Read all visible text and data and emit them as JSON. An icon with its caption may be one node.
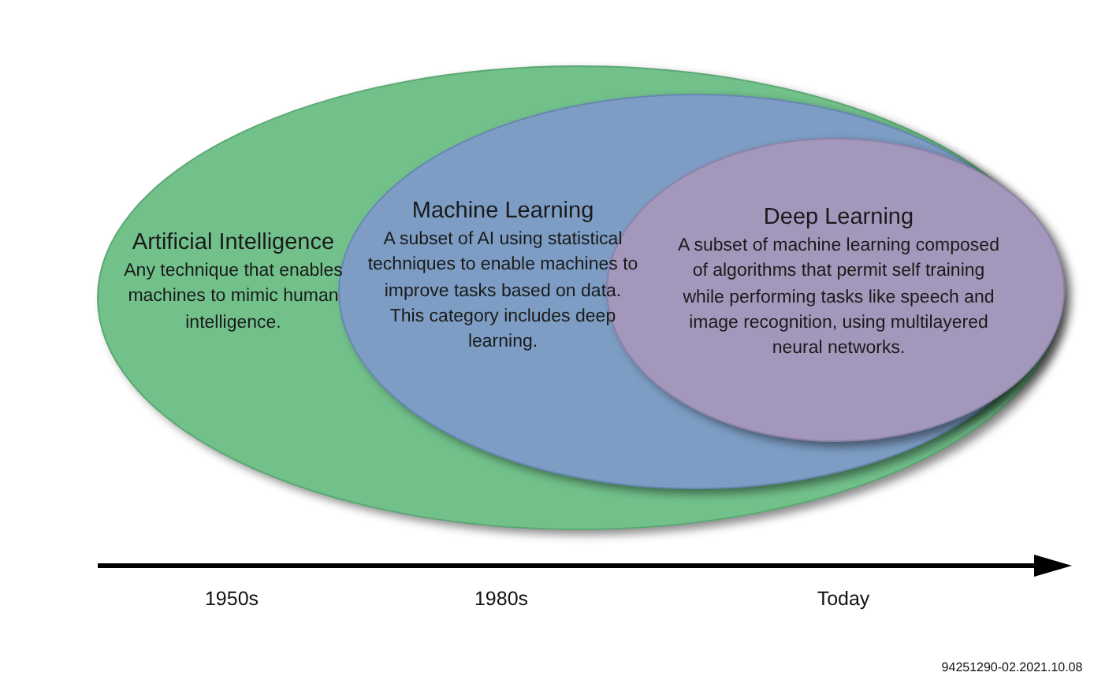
{
  "diagram": {
    "nodes": [
      {
        "text": [
          "Artificial Intelligence",
          "Any technique that enables machines to mimic human intelligence."
        ]
      },
      {
        "text": [
          "Machine Learning",
          "A subset of AI using statistical techniques to enable machines to improve tasks based on data. This category includes deep learning."
        ],
        "in": 0
      },
      {
        "text": [
          "Deep Learning",
          "A subset of machine learning composed of algorithms that permit self training while performing tasks like speech and image recognition, using multilayered neural networks."
        ],
        "in": 1
      }
    ],
    "labels": [
      "1950s",
      "1980s",
      "Today",
      "94251290-02.2021.10.08"
    ]
  }
}
